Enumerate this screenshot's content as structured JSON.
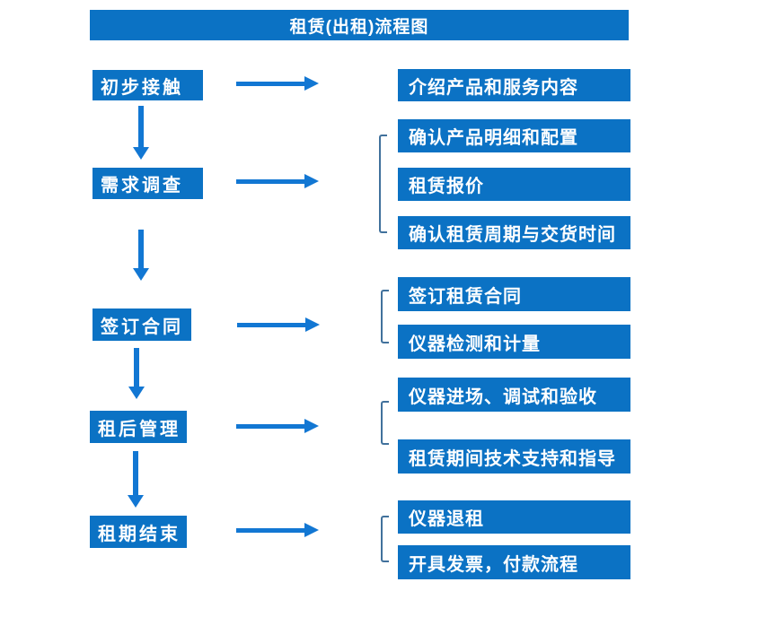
{
  "title": "租赁(出租)流程图",
  "colors": {
    "box_blue": "#0b72c4",
    "arrow_blue": "#1277d3",
    "bracket_blue": "#41719C",
    "text_white": "#ffffff"
  },
  "steps": [
    {
      "label": "初步接触",
      "outputs": [
        "介绍产品和服务内容"
      ]
    },
    {
      "label": "需求调查",
      "outputs": [
        "确认产品明细和配置",
        "租赁报价",
        "确认租赁周期与交货时间"
      ]
    },
    {
      "label": "签订合同",
      "outputs": [
        "签订租赁合同",
        "仪器检测和计量"
      ]
    },
    {
      "label": "租后管理",
      "outputs": [
        "仪器进场、调试和验收",
        "租赁期间技术支持和指导"
      ]
    },
    {
      "label": "租期结束",
      "outputs": [
        "仪器退租",
        "开具发票，付款流程"
      ]
    }
  ]
}
